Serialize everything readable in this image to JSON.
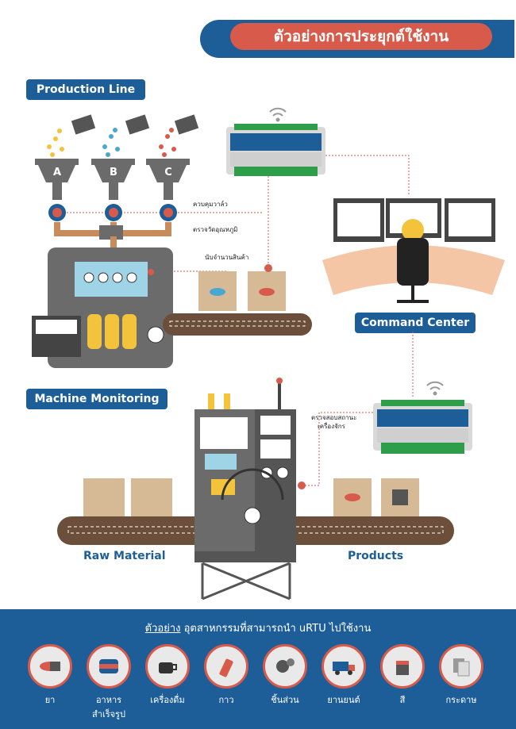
{
  "title": "ตัวอย่างการประยุกต์ใช้งาน",
  "sections": {
    "production_line": "Production Line",
    "command_center": "Command Center",
    "machine_monitoring": "Machine Monitoring"
  },
  "hoppers": [
    "A",
    "B",
    "C"
  ],
  "annotations": {
    "valve": "ควบคุมวาล์ว",
    "temperature": "ตรวจวัดอุณหภูมิ",
    "count": "นับจำนวนสินค้า",
    "machine_status_line1": "ตรวจสอบสถานะ",
    "machine_status_line2": "เครื่องจักร"
  },
  "conveyor_labels": {
    "raw_material": "Raw Material",
    "products": "Products"
  },
  "footer": {
    "title_prefix": "ตัวอย่าง",
    "title_rest": " อุตสาหกรรมที่สามารถนำ uRTU ไปใช้งาน",
    "industries": [
      {
        "label": "ยา",
        "icon": "pill-icon"
      },
      {
        "label": "อาหารสำเร็จรูป",
        "icon": "canned-food-icon"
      },
      {
        "label": "เครื่องดื่ม",
        "icon": "coffee-cup-icon"
      },
      {
        "label": "กาว",
        "icon": "glue-tube-icon"
      },
      {
        "label": "ชิ้นส่วน",
        "icon": "gears-icon"
      },
      {
        "label": "ยานยนต์",
        "icon": "truck-icon"
      },
      {
        "label": "สี",
        "icon": "paint-bucket-icon"
      },
      {
        "label": "กระดาษ",
        "icon": "paper-icon"
      }
    ]
  },
  "colors": {
    "navy": "#1d5e99",
    "accent": "#d85a4b",
    "machine": "#6b6b6b"
  }
}
